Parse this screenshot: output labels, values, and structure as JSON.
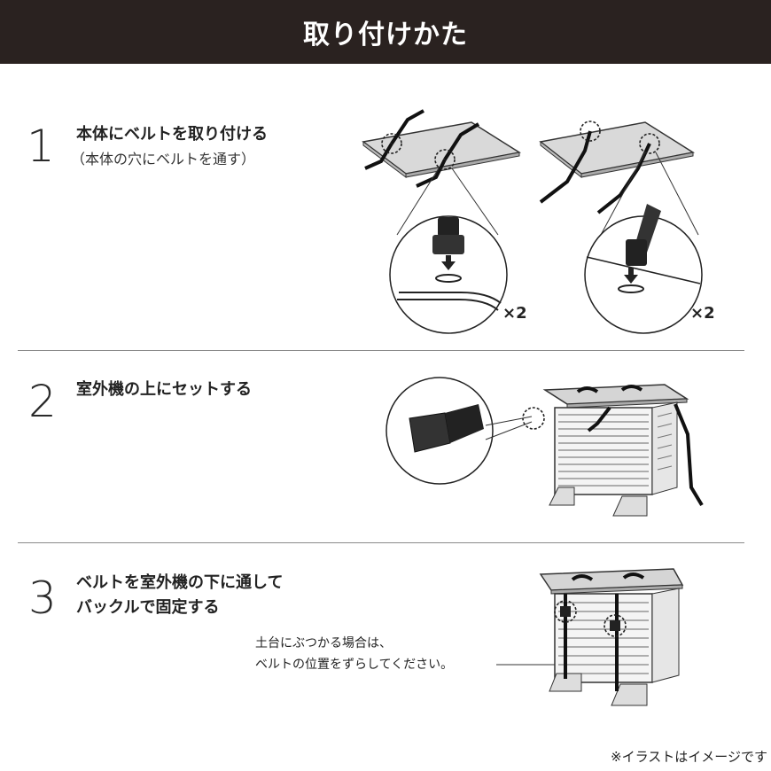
{
  "header": {
    "title": "取り付けかた"
  },
  "steps": [
    {
      "number": "1",
      "title": "本体にベルトを取り付ける",
      "subtitle": "（本体の穴にベルトを通す）"
    },
    {
      "number": "2",
      "title": "室外機の上にセットする"
    },
    {
      "number": "3",
      "title_line1": "ベルトを室外機の下に通して",
      "title_line2": "バックルで固定する"
    }
  ],
  "multipliers": {
    "left": "×2",
    "right": "×2"
  },
  "note": {
    "line1": "土台にぶつかる場合は、",
    "line2": "ベルトの位置をずらしてください。"
  },
  "footnote": "※イラストはイメージです"
}
